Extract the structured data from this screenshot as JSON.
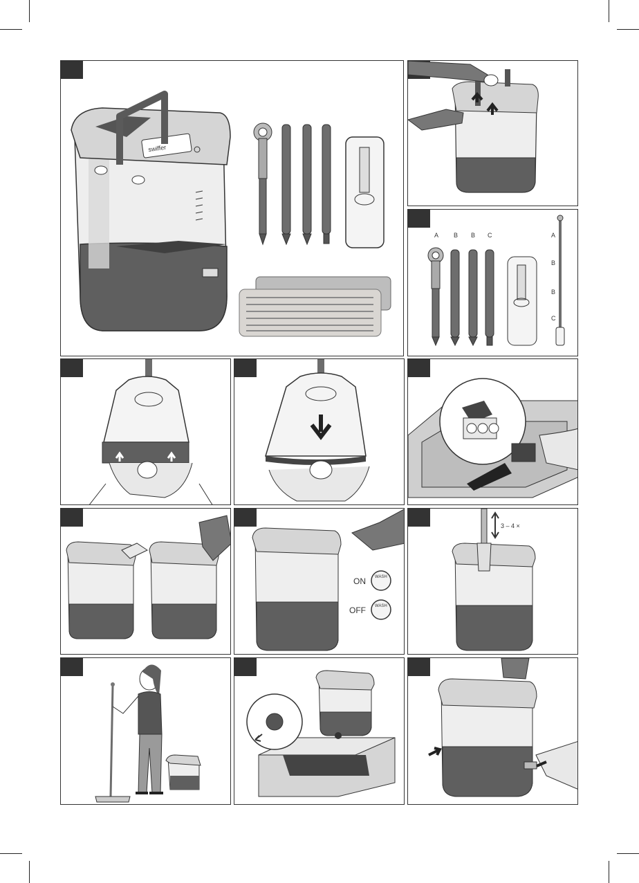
{
  "figure_1": {
    "brand_label": "swiffer"
  },
  "figure_3": {
    "pole_labels": [
      "A",
      "B",
      "B",
      "C"
    ],
    "assembled_labels": [
      "A",
      "B",
      "B",
      "C"
    ]
  },
  "figure_8": {
    "on_label": "ON",
    "off_label": "OFF",
    "wash_label": "WASH"
  },
  "figure_9": {
    "repeat_label": "3 – 4 ×"
  },
  "colors": {
    "frame": "#333333",
    "tank_dark": "#5f5f5f",
    "tank_light": "#d8d8d8",
    "pole": "#7a7a7a"
  }
}
